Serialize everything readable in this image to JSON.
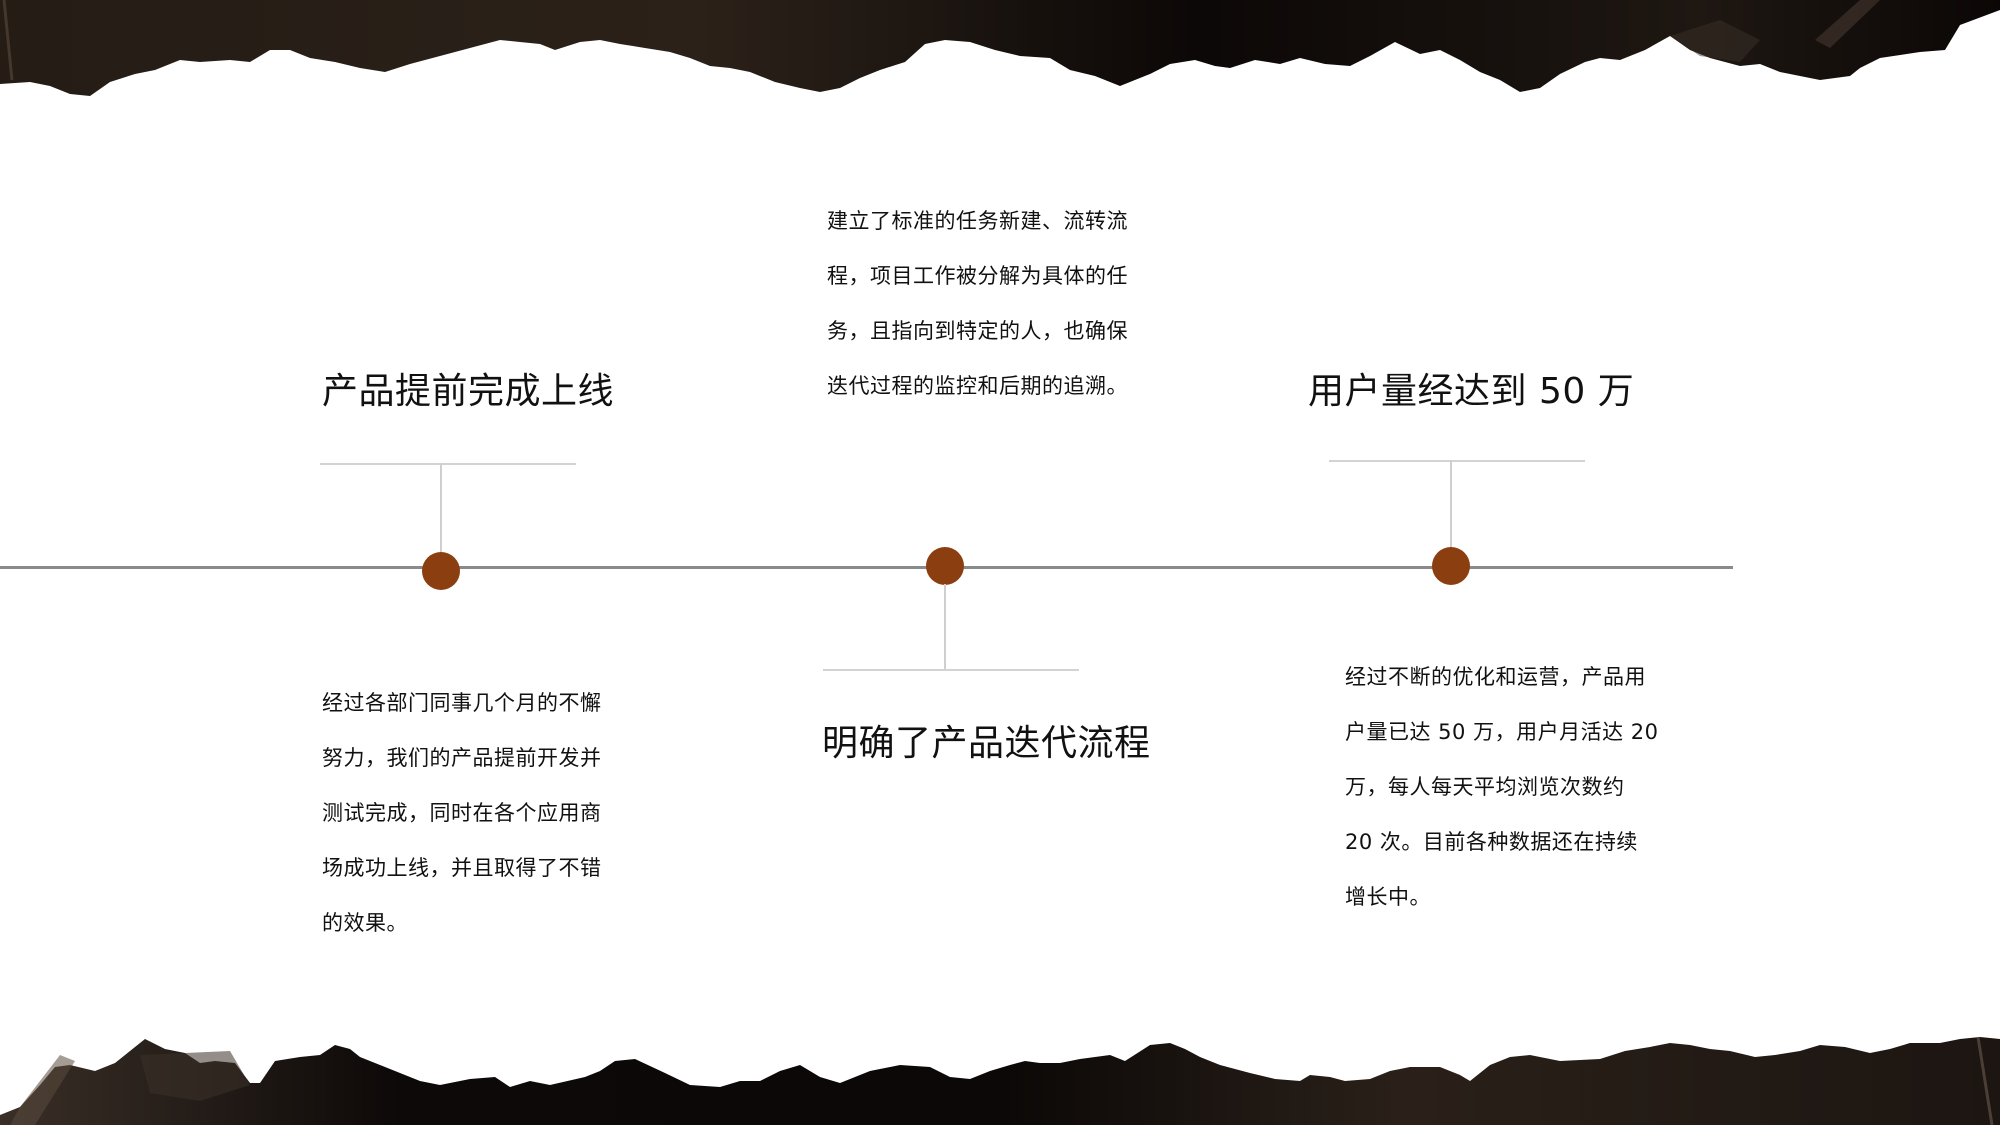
{
  "milestones": [
    {
      "title": "产品提前完成上线",
      "body_lines": [
        "经过各部门同事几个月的不懈",
        "努力，我们的产品提前开发并",
        "测试完成，同时在各个应用商",
        "场成功上线，并且取得了不错",
        "的效果。"
      ]
    },
    {
      "title": "明确了产品迭代流程",
      "body_lines": [
        "建立了标准的任务新建、流转流",
        "程，项目工作被分解为具体的任",
        "务，且指向到特定的人，也确保",
        "迭代过程的监控和后期的追溯。"
      ]
    },
    {
      "title": "用户量经达到 50 万",
      "body_lines": [
        "经过不断的优化和运营，产品用",
        "户量已达 50 万，用户月活达 20",
        "万，每人每天平均浏览次数约",
        "20 次。目前各种数据还在持续",
        "增长中。"
      ]
    }
  ],
  "colors": {
    "dot": "#8b3e0f",
    "timeline": "#8a8a8a",
    "connector": "#d3d3d3",
    "torn_paper": "#1a1410"
  }
}
